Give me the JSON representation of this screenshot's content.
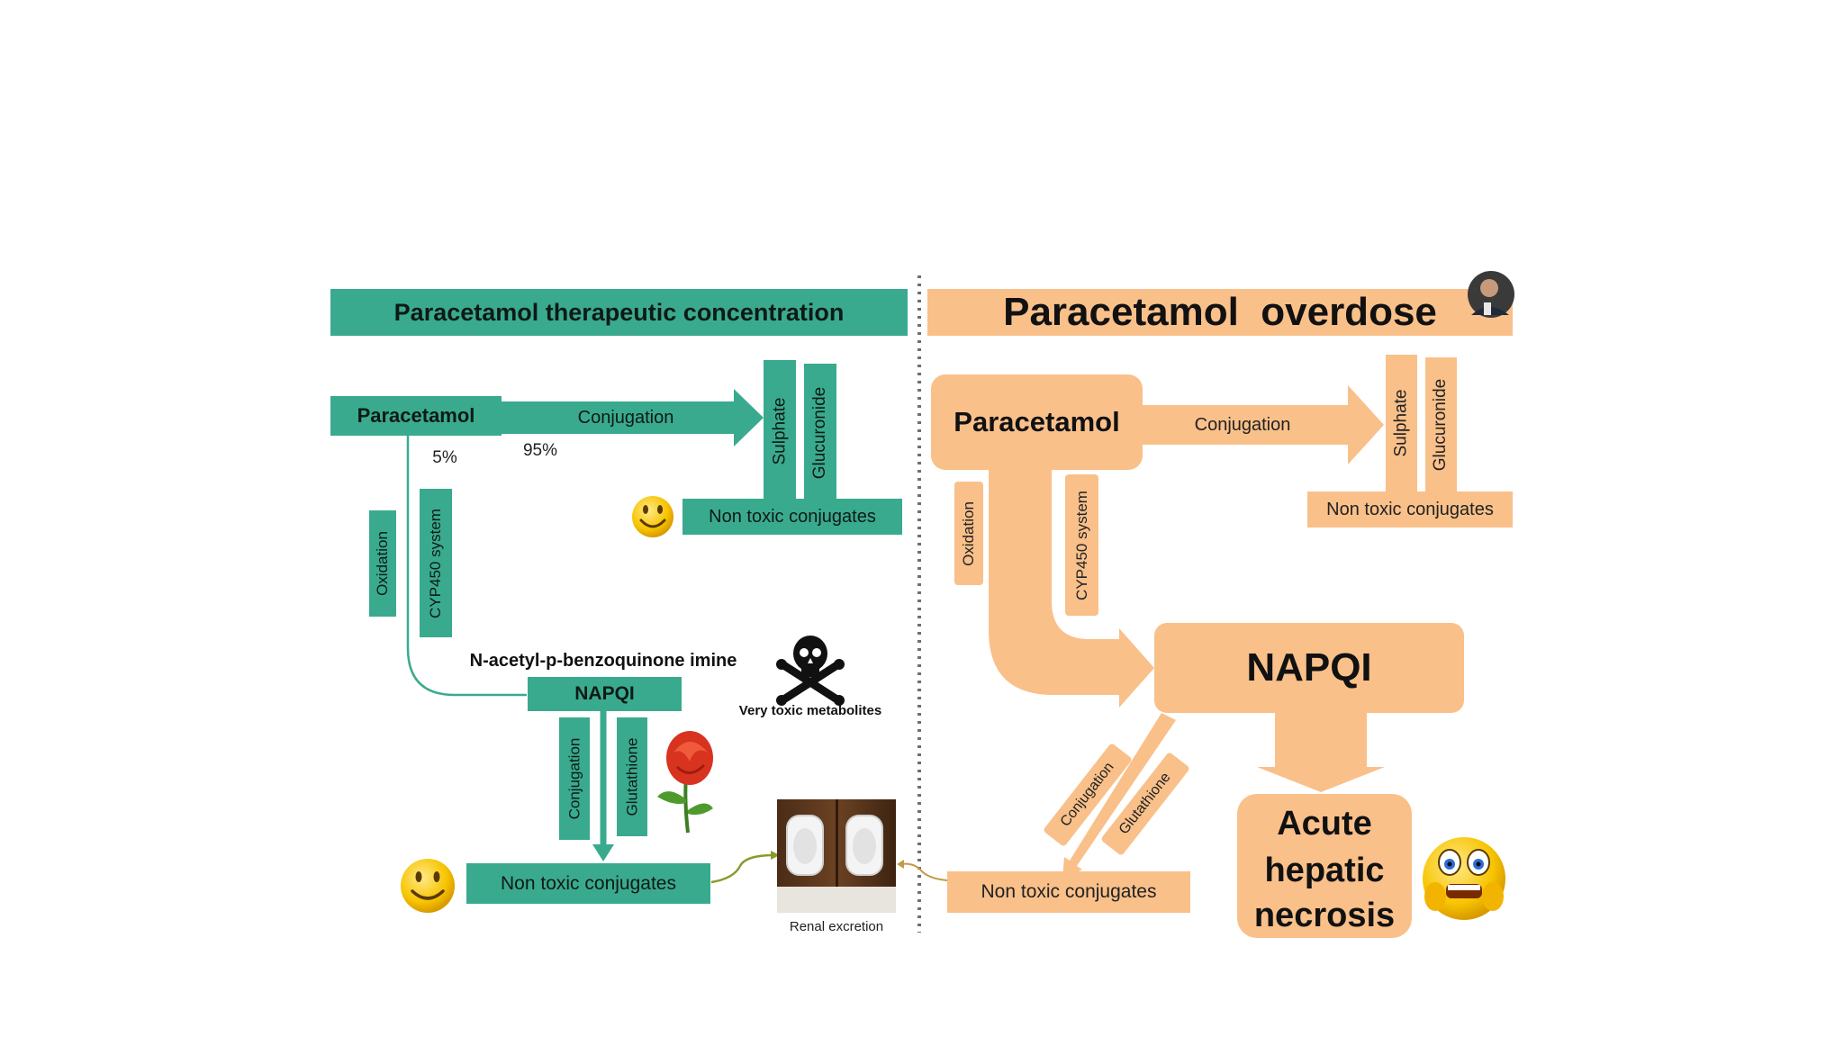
{
  "colors": {
    "teal": "#3aaa8f",
    "peach": "#f9c08a",
    "divider": "#777777"
  },
  "left": {
    "title": "Paracetamol therapeutic concentration",
    "paracetamol": "Paracetamol",
    "conjugation": "Conjugation",
    "pct_95": "95%",
    "pct_5": "5%",
    "sulphate": "Sulphate",
    "glucuronide": "Glucuronide",
    "non_toxic_top": "Non toxic conjugates",
    "oxidation": "Oxidation",
    "cyp450": "CYP450 system",
    "napqi_full": "N-acetyl-p-benzoquinone imine",
    "napqi": "NAPQI",
    "very_toxic": "Very toxic metabolites",
    "conjugation_v": "Conjugation",
    "glutathione": "Glutathione",
    "non_toxic_bottom": "Non toxic conjugates",
    "renal_excretion": "Renal excretion",
    "icons": [
      "smiley-icon",
      "skull-crossbones-icon",
      "rose-icon",
      "urinal-icon"
    ]
  },
  "right": {
    "title": "Paracetamol  overdose",
    "paracetamol": "Paracetamol",
    "conjugation": "Conjugation",
    "sulphate": "Sulphate",
    "glucuronide": "Glucuronide",
    "non_toxic_top": "Non toxic conjugates",
    "oxidation": "Oxidation",
    "cyp450": "CYP450 system",
    "napqi": "NAPQI",
    "conjugation_d": "Conjugation",
    "glutathione_d": "Glutathione",
    "non_toxic_bottom": "Non toxic conjugates",
    "necrosis_1": "Acute",
    "necrosis_2": "hepatic",
    "necrosis_3": "necrosis",
    "icons": [
      "scared-face-icon",
      "presenter-avatar-icon"
    ]
  }
}
